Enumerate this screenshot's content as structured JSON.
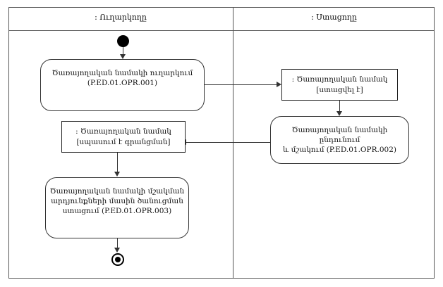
{
  "diagram": {
    "type": "uml-activity-diagram",
    "lanes": [
      {
        "id": "sender",
        "title": ": Ուղարկողը"
      },
      {
        "id": "receiver",
        "title": ": Ստացողը"
      }
    ],
    "nodes": {
      "initial": {
        "kind": "initial-node",
        "lane": "sender"
      },
      "send_activity": {
        "kind": "activity",
        "lane": "sender",
        "line1": "Ծառայողական նամակի ուղարկում",
        "line2": "(P.ED.01.OPR.001)"
      },
      "letter_received_object": {
        "kind": "object-node",
        "lane": "receiver",
        "line1": ": Ծառայողական նամակ",
        "line2": "[ստացվել է]"
      },
      "receive_activity": {
        "kind": "activity",
        "lane": "receiver",
        "line1": "Ծառայողական նամակի ընդունում",
        "line2": "և մշակում (P.ED.01.OPR.002)"
      },
      "letter_pending_object": {
        "kind": "object-node",
        "lane": "sender",
        "line1": ": Ծառայողական նամակ",
        "line2": "[սպասում է գրանցման]"
      },
      "notify_activity": {
        "kind": "activity",
        "lane": "sender",
        "line1": "Ծառայողական նամակի մշակման",
        "line2": "արդյունքների մասին ծանուցման",
        "line3": "ստացում (P.ED.01.OPR.003)"
      },
      "final": {
        "kind": "final-node",
        "lane": "sender"
      }
    },
    "colors": {
      "background": "#ffffff",
      "lane_border": "#555555",
      "node_border": "#333333",
      "edge": "#333333",
      "text": "#111111"
    }
  }
}
